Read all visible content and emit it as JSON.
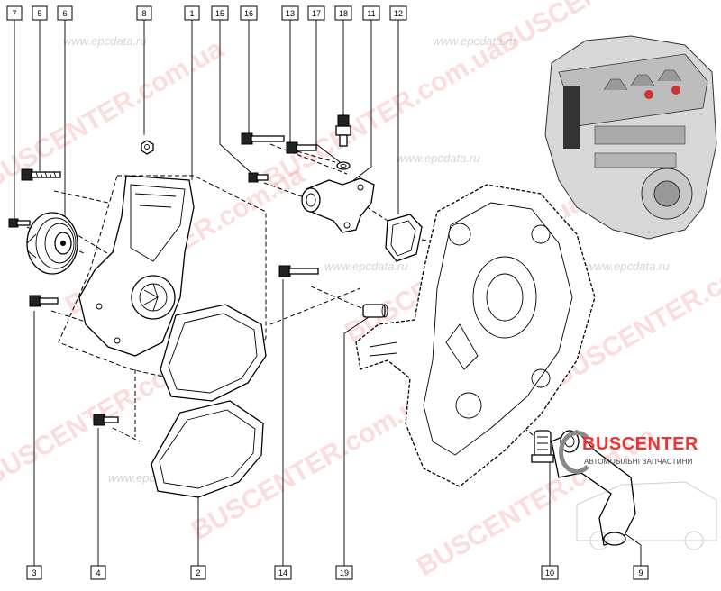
{
  "callouts_top": [
    "7",
    "5",
    "6",
    "8",
    "1",
    "15",
    "16",
    "13",
    "17",
    "18",
    "11",
    "12"
  ],
  "callouts_bottom": [
    "3",
    "4",
    "2",
    "14",
    "19",
    "10",
    "9"
  ],
  "watermarks": {
    "brand_large": "BUSCENTER",
    "brand_domain": ".com.ua",
    "epc": "www.epcdata.ru"
  },
  "logo": {
    "brand": "BUSCENTER",
    "tagline": "АВТОМОБІЛЬНІ ЗАПЧАСТИНИ"
  },
  "colors": {
    "line": "#000000",
    "watermark": "#e44444",
    "logo_accent": "#e33333"
  }
}
